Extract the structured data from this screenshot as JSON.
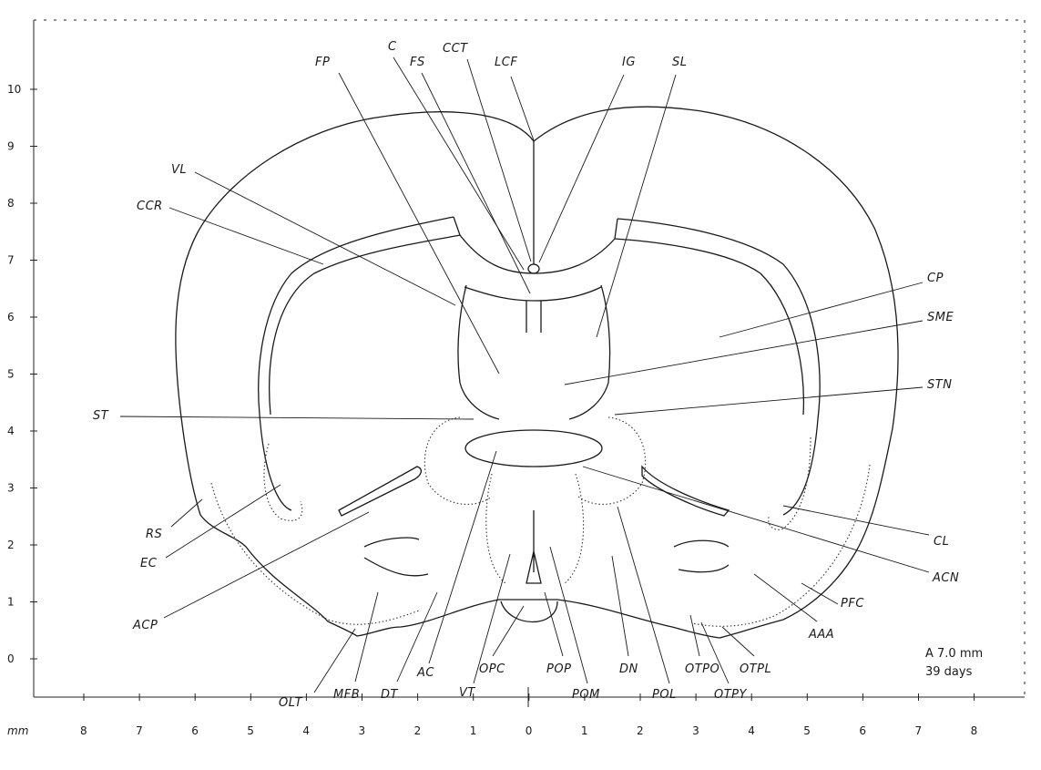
{
  "units_label": "mm",
  "x_ticks": [
    "8",
    "7",
    "6",
    "5",
    "4",
    "3",
    "2",
    "1",
    "0",
    "1",
    "2",
    "3",
    "4",
    "5",
    "6",
    "7",
    "8"
  ],
  "y_ticks": [
    "10",
    "9",
    "8",
    "7",
    "6",
    "5",
    "4",
    "3",
    "2",
    "1",
    "0"
  ],
  "stamp": {
    "plane": "A 7.0 mm",
    "age": "39 days"
  },
  "labels": [
    "FP",
    "C",
    "FS",
    "CCT",
    "LCF",
    "IG",
    "SL",
    "VL",
    "CCR",
    "CP",
    "SME",
    "STN",
    "ST",
    "RS",
    "EC",
    "ACP",
    "CL",
    "ACN",
    "PFC",
    "AAA",
    "OLT",
    "MFB",
    "DT",
    "AC",
    "VT",
    "OPC",
    "POP",
    "POM",
    "DN",
    "POL",
    "OTPO",
    "OTPY",
    "OTPL"
  ]
}
